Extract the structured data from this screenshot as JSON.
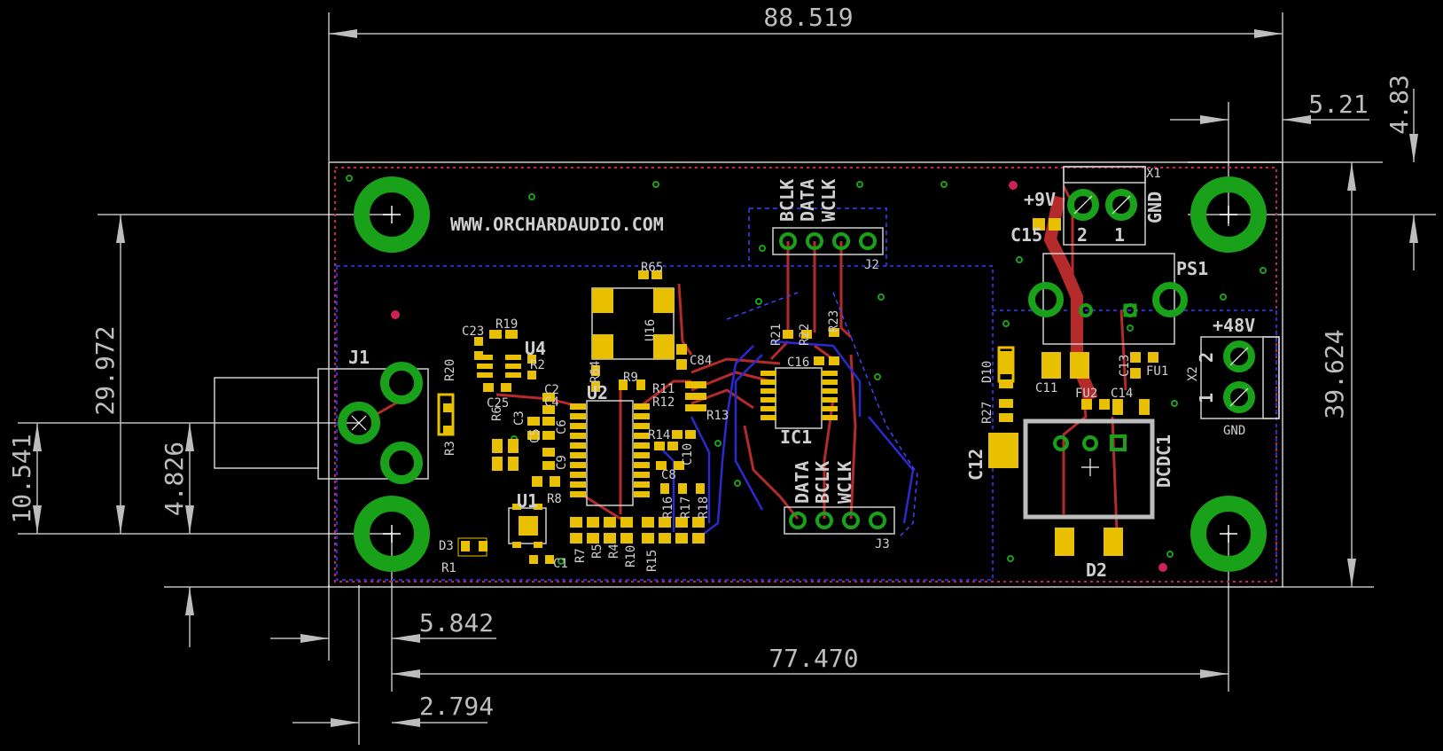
{
  "dimensions": {
    "overall_width": "88.519",
    "hole_spacing": "77.470",
    "offset_5842": "5.842",
    "offset_2794": "2.794",
    "offset_521": "5.21",
    "offset_483": "4.83",
    "height_39624": "39.624",
    "height_29972": "29.972",
    "height_10541": "10.541",
    "height_4826": "4.826"
  },
  "silkscreen": {
    "website": "WWW.ORCHARDAUDIO.COM",
    "j1": "J1",
    "j2": "J2",
    "j3": "J3",
    "u1": "U1",
    "u2": "U2",
    "u4": "U4",
    "u16": "U16",
    "ic1": "IC1",
    "ps1": "PS1",
    "dcdc1": "DCDC1",
    "x1": "X1",
    "x2": "X2",
    "d2": "D2",
    "d3": "D3",
    "d10": "D10",
    "fu1": "FU1",
    "fu2": "FU2",
    "c1": "C1",
    "c2": "C2",
    "c3": "C3",
    "c4": "C4",
    "c5": "C5",
    "c6": "C6",
    "c8": "C8",
    "c9": "C9",
    "c10": "C10",
    "c11": "C11",
    "c12": "C12",
    "c13": "C13",
    "c14": "C14",
    "c15": "C15",
    "c16": "C16",
    "c23": "C23",
    "c25": "C25",
    "c84": "C84",
    "r1": "R1",
    "r2": "R2",
    "r3": "R3",
    "r4": "R4",
    "r5": "R5",
    "r6": "R6",
    "r7": "R7",
    "r8": "R8",
    "r9": "R9",
    "r10": "R10",
    "r11": "R11",
    "r12": "R12",
    "r13": "R13",
    "r14": "R14",
    "r15": "R15",
    "r16": "R16",
    "r17": "R17",
    "r18": "R18",
    "r19": "R19",
    "r20": "R20",
    "r21": "R21",
    "r22": "R22",
    "r23": "R23",
    "r27": "R27",
    "r64": "R64",
    "r65": "R65",
    "bclk": "BCLK",
    "data": "DATA",
    "wclk": "WCLK",
    "plus9v": "+9V",
    "plus48v": "+48V",
    "gnd": "GND",
    "pin1": "1",
    "pin2": "2"
  },
  "colors": {
    "background": "#000000",
    "dimension": "#bdbdbd",
    "silkscreen": "#cfcfcf",
    "pad": "#e8c000",
    "hole_ring": "#1aa11a",
    "top_copper": "#b52a2a",
    "bottom_copper": "#2a2ad0",
    "board_outline": "#cc2255"
  }
}
